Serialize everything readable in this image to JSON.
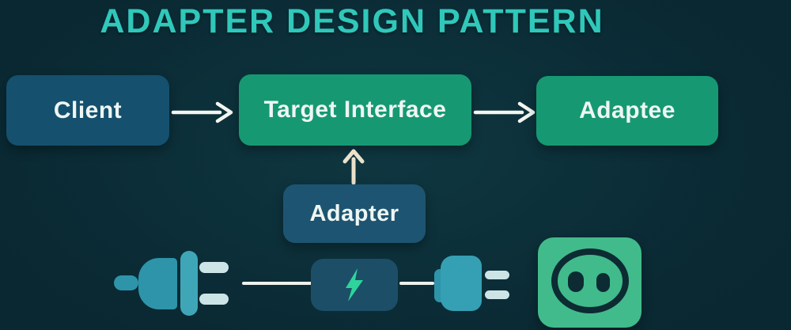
{
  "title": "ADAPTER DESIGN PATTERN",
  "nodes": {
    "client": {
      "label": "Client"
    },
    "target": {
      "label": "Target Interface"
    },
    "adaptee": {
      "label": "Adaptee"
    },
    "adapter": {
      "label": "Adapter"
    }
  },
  "edges": [
    {
      "from": "Client",
      "to": "Target Interface",
      "direction": "right"
    },
    {
      "from": "Target Interface",
      "to": "Adaptee",
      "direction": "right"
    },
    {
      "from": "Adapter",
      "to": "Target Interface",
      "direction": "up"
    }
  ],
  "illustration": {
    "sequence": [
      "power-plug",
      "power-adapter-with-lightning-bolt",
      "power-plug",
      "power-socket"
    ]
  },
  "colors": {
    "background": "#0a2a33",
    "title_teal": "#2fc8ba",
    "node_blue": "#15506e",
    "node_green": "#169972",
    "adapter_blue": "#1d5471",
    "label_text": "#eef6f3",
    "arrow_white": "#f3f5f1",
    "arrow_cream": "#ebe2cc",
    "plug_teal": "#2e94a9",
    "prong_light": "#cde4e7",
    "bolt_green": "#2ed49a",
    "socket_green": "#41bb8b"
  }
}
